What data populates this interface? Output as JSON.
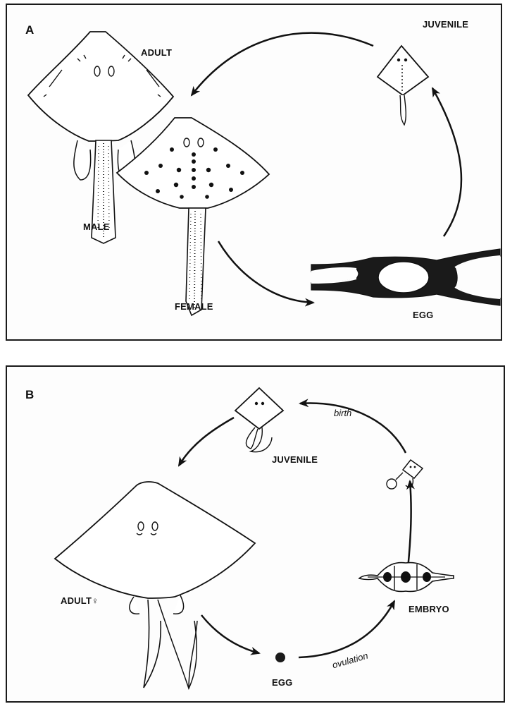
{
  "panel_a": {
    "letter": "A",
    "labels": {
      "adult": "ADULT",
      "juvenile": "JUVENILE",
      "male": "MALE",
      "female": "FEMALE",
      "egg": "EGG"
    }
  },
  "panel_b": {
    "letter": "B",
    "labels": {
      "birth": "birth",
      "juvenile": "JUVENILE",
      "adult_female": "ADULT♀",
      "embryo": "EMBRYO",
      "ovulation": "ovulation",
      "egg": "EGG"
    }
  },
  "colors": {
    "ink": "#111111",
    "fill": "#1a1a1a",
    "paper": "#ffffff"
  }
}
